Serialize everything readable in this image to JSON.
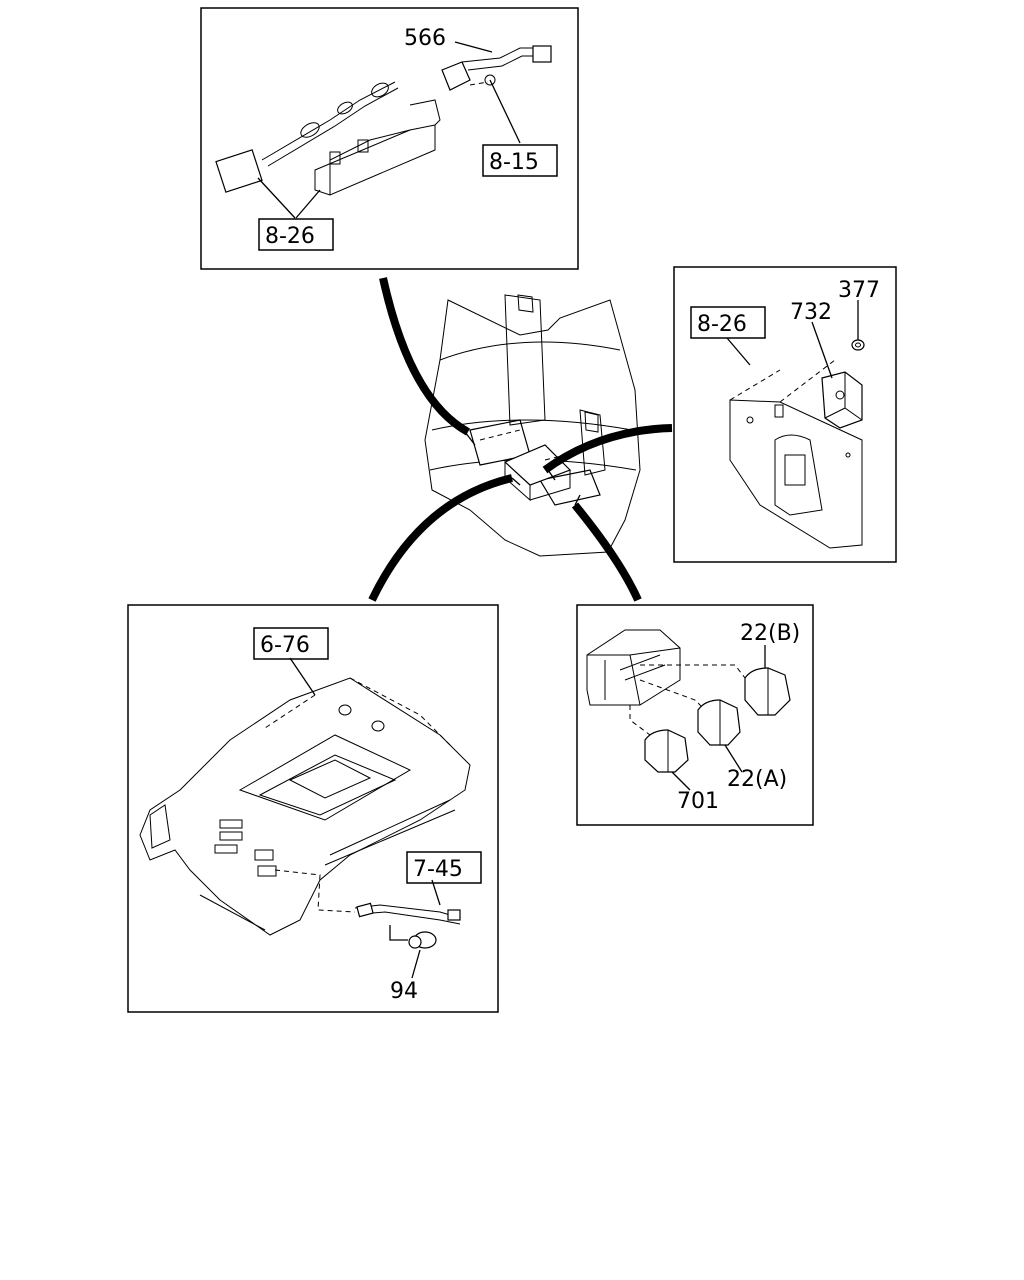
{
  "labels": {
    "top_566": "566",
    "top_8_15": "8-15",
    "top_8_26": "8-26",
    "right_377": "377",
    "right_732": "732",
    "right_8_26": "8-26",
    "left_6_76": "6-76",
    "left_7_45": "7-45",
    "left_94": "94",
    "mid_22b": "22(B)",
    "mid_22a": "22(A)",
    "mid_701": "701"
  }
}
